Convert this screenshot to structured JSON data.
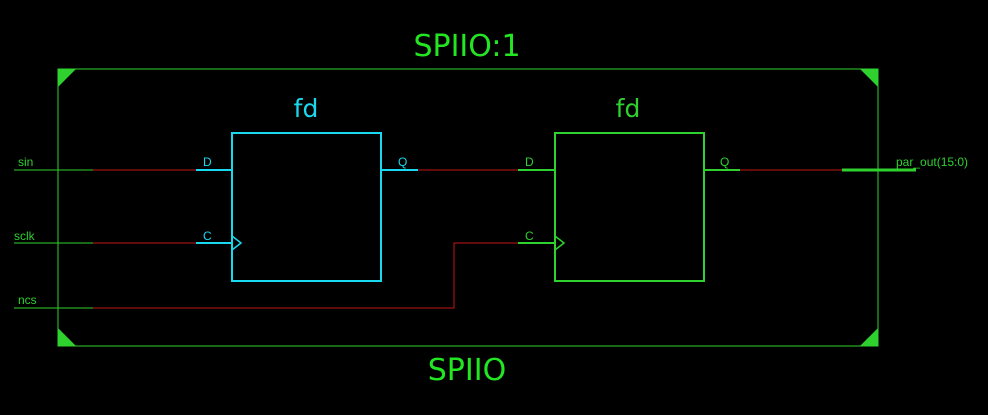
{
  "module": {
    "instance_title": "SPIIO:1",
    "type_title": "SPIIO"
  },
  "ports": {
    "inputs": [
      "sin",
      "sclk",
      "ncs"
    ],
    "output": "par_out(15:0)"
  },
  "cells": [
    {
      "type": "fd",
      "pin_d": "D",
      "pin_c": "C",
      "pin_q": "Q"
    },
    {
      "type": "fd",
      "pin_d": "D",
      "pin_c": "C",
      "pin_q": "Q"
    }
  ],
  "colors": {
    "background": "#000000",
    "frame": "#2ed12e",
    "title": "#22e622",
    "cell_1": "#19d9f0",
    "cell_2": "#2ed12e",
    "net": "#c21616",
    "port": "#2ed12e"
  }
}
